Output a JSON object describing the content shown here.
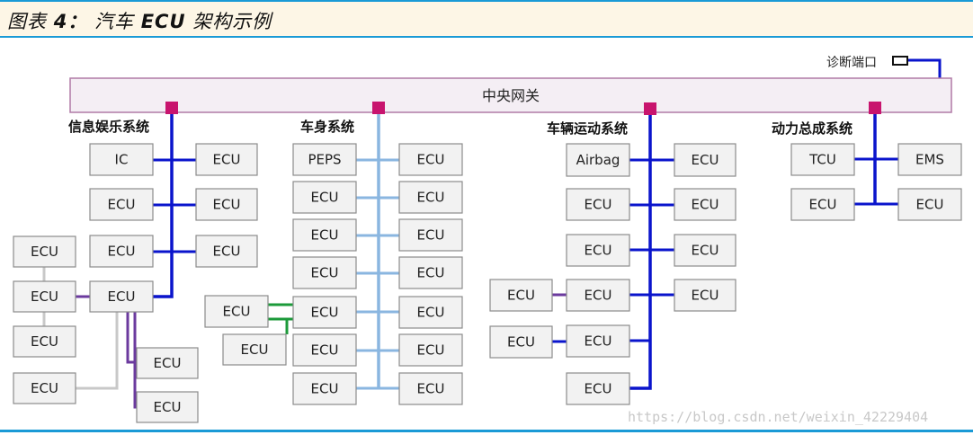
{
  "figure": {
    "title_prefix": "图表",
    "title_number": "4：",
    "title_prefix_text": "汽车",
    "title_ecu": "ECU",
    "title_suffix": "架构示例"
  },
  "gateway": {
    "label": "中央网关"
  },
  "diagnostic_port": {
    "label": "诊断端口"
  },
  "domains": {
    "infotainment": "信息娱乐系统",
    "body": "车身系统",
    "chassis": "车辆运动系统",
    "powertrain": "动力总成系统"
  },
  "ecus": {
    "ic": "IC",
    "peps": "PEPS",
    "airbag": "Airbag",
    "tcu": "TCU",
    "ems": "EMS",
    "generic": "ECU"
  },
  "watermark": "https://blog.csdn.net/weixin_42229404",
  "colors": {
    "dark_blue_bus": "#0a14cc",
    "light_blue_bus": "#8ab6e0",
    "purple_link": "#6b3a9e",
    "gray_link": "#c8c8c8",
    "green_link": "#1c9a3a",
    "gateway_port": "#c8146e",
    "gateway_fill": "#f4eef4",
    "gateway_border": "#b07aa6"
  }
}
